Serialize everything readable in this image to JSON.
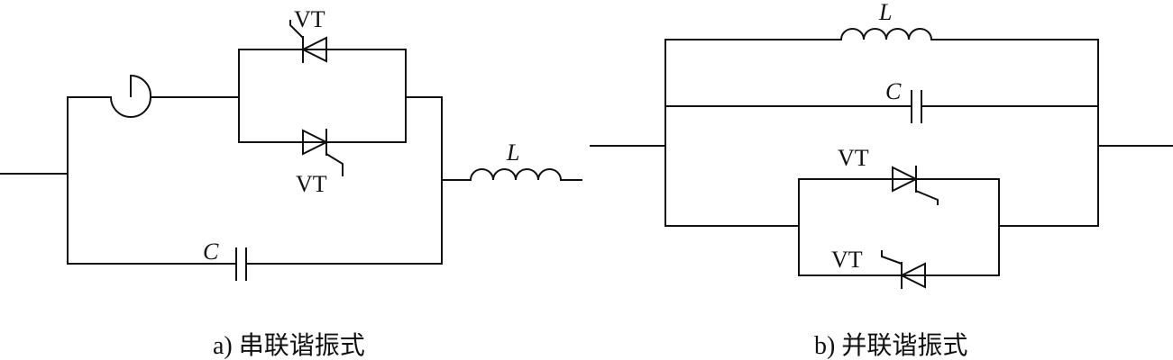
{
  "circuit_a": {
    "vt_top": "VT",
    "vt_bottom": "VT",
    "inductor": "L",
    "capacitor": "C",
    "caption": "a) 串联谐振式"
  },
  "circuit_b": {
    "inductor": "L",
    "capacitor": "C",
    "vt_top": "VT",
    "vt_bottom": "VT",
    "caption": "b) 并联谐振式"
  }
}
